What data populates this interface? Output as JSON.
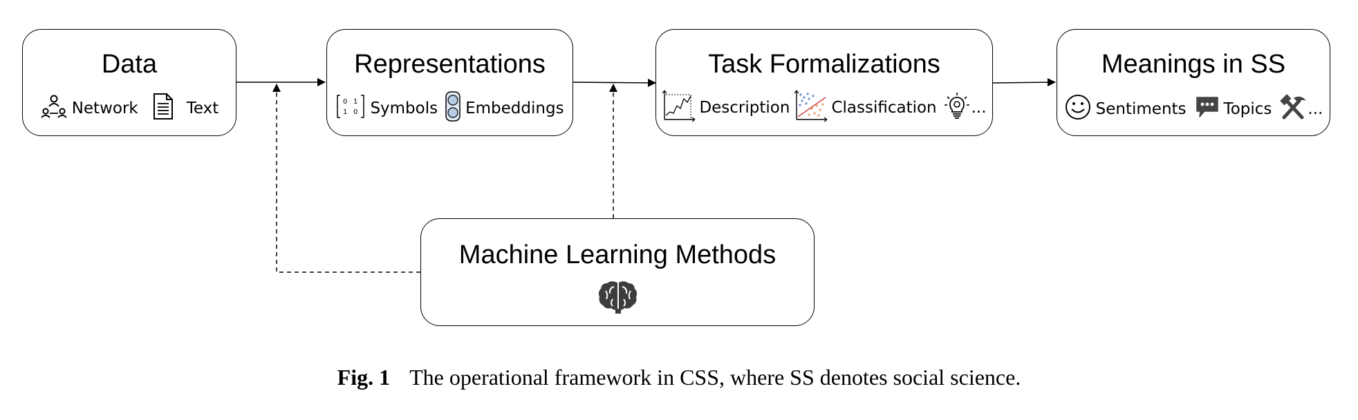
{
  "boxes": {
    "data": {
      "title": "Data",
      "items": [
        {
          "icon": "network-icon",
          "label": "Network"
        },
        {
          "icon": "document-icon",
          "label": "Text"
        }
      ]
    },
    "representations": {
      "title": "Representations",
      "items": [
        {
          "icon": "matrix-symbols-icon",
          "label": "Symbols"
        },
        {
          "icon": "embedding-vector-icon",
          "label": "Embeddings"
        }
      ]
    },
    "tasks": {
      "title": "Task Formalizations",
      "items": [
        {
          "icon": "line-chart-icon",
          "label": "Description"
        },
        {
          "icon": "scatter-classification-icon",
          "label": "Classification"
        },
        {
          "icon": "lightbulb-icon",
          "label": "..."
        }
      ]
    },
    "meanings": {
      "title": "Meanings in SS",
      "items": [
        {
          "icon": "smiley-icon",
          "label": "Sentiments"
        },
        {
          "icon": "speech-bubble-icon",
          "label": "Topics"
        },
        {
          "icon": "hammer-pick-icon",
          "label": "..."
        }
      ]
    },
    "ml": {
      "title": "Machine Learning Methods",
      "icon": "brain-icon"
    }
  },
  "caption": {
    "fig": "Fig. 1",
    "text": "The operational framework in CSS, where SS denotes social science."
  },
  "colors": {
    "stroke": "#000000",
    "embedding_fill": "#b7cde6",
    "icon_gray": "#444444",
    "scatter_blue": "#6f8fd6",
    "scatter_orange": "#e6a06a",
    "scatter_line": "#d43c3c"
  }
}
